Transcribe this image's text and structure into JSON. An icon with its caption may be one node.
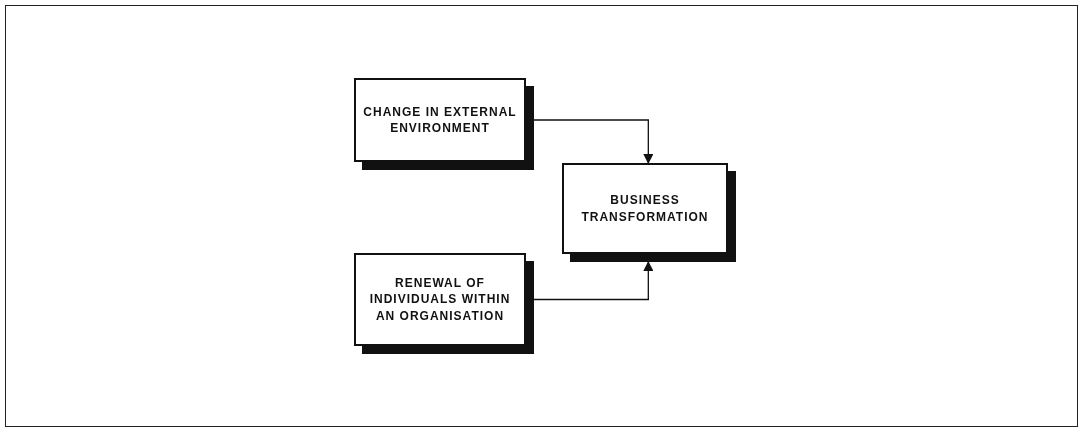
{
  "diagram": {
    "nodes": [
      {
        "text": [
          "CHANGE IN EXTERNAL ENVIRONMENT"
        ]
      },
      {
        "text": [
          "BUSINESS TRANSFORMATION"
        ]
      },
      {
        "text": [
          "RENEWAL OF INDIVIDUALS WITHIN AN ORGANISATION"
        ]
      }
    ],
    "edges": [
      {
        "from": 0,
        "to": 1,
        "arrow": "to"
      },
      {
        "from": 2,
        "to": 1,
        "arrow": "to"
      }
    ]
  }
}
